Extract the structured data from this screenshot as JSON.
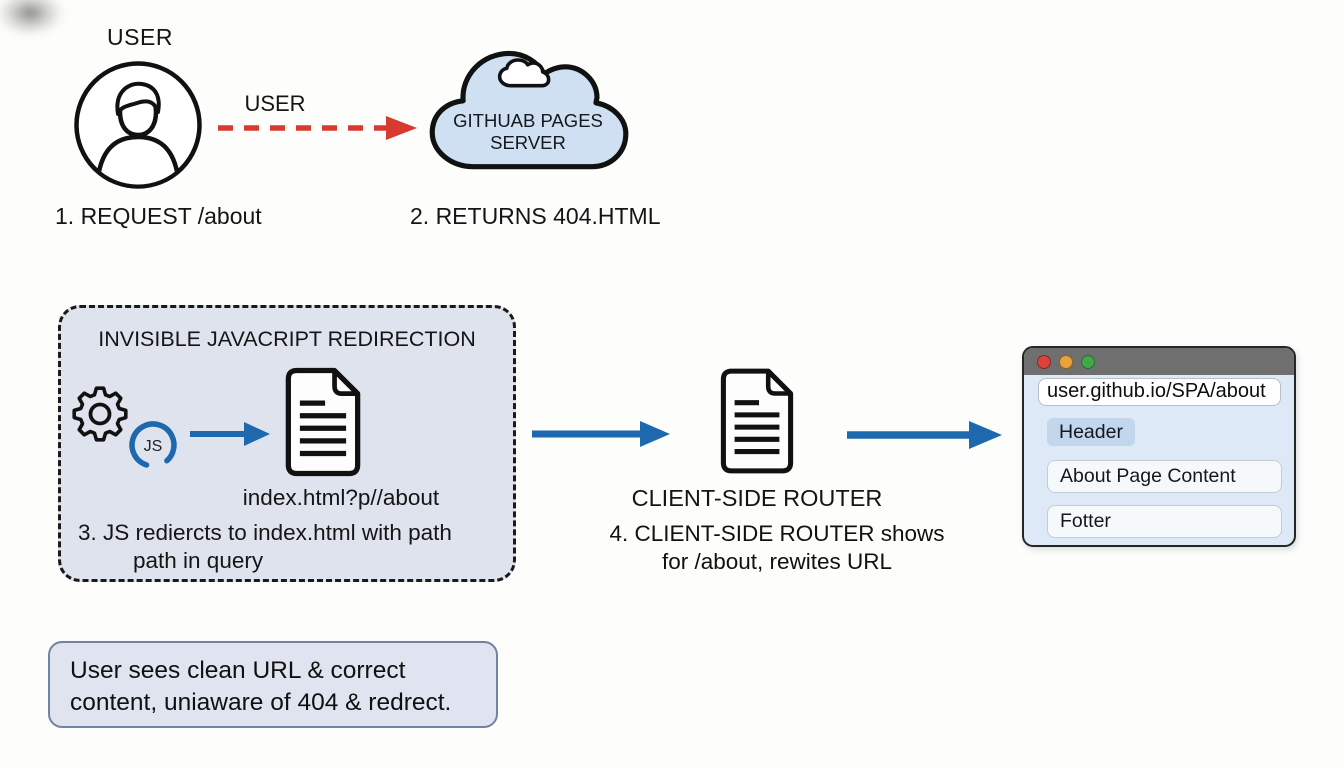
{
  "top_flow": {
    "user_label": "USER",
    "arrow_label": "USER",
    "cloud_line1": "GITHUAB PAGES",
    "cloud_line2": "SERVER",
    "step1": "1. REQUEST /about",
    "step2": "2. RETURNS 404.HTML"
  },
  "redirect_box": {
    "title": "INVISIBLE JAVACRIPT REDIRECTION",
    "js_badge": "JS",
    "file_label": "index.html?p//about",
    "step3_line1": "3. JS rediercts to index.html with path",
    "step3_line2": "path in query"
  },
  "router": {
    "label": "CLIENT-SIDE ROUTER",
    "step4_line1": "4. CLIENT-SIDE ROUTER shows",
    "step4_line2": "for /about, rewites URL"
  },
  "browser": {
    "url": "user.github.io/SPA/about",
    "header_label": "Header",
    "content_label": "About Page Content",
    "footer_label": "Fotter"
  },
  "note": {
    "line1": "User sees clean URL & correct",
    "line2": "content, uniaware of 404 & redrect."
  },
  "icons": {
    "user": "user-avatar-icon",
    "cloud": "cloud-server-icon",
    "gear": "gear-icon",
    "js": "js-loader-icon",
    "document": "document-icon",
    "window_dots": [
      "close-dot-icon",
      "minimize-dot-icon",
      "zoom-dot-icon"
    ]
  },
  "colors": {
    "arrow_blue": "#1e68ad",
    "arrow_red": "#d93a30",
    "cloud_fill": "#cfe0f2",
    "dash_box_fill": "#dfe3ee",
    "note_fill": "#dfe4f0",
    "note_border": "#72839f",
    "titlebar_gray": "#6f6f6f",
    "dot_red": "#d9453d",
    "dot_yellow": "#e8a33b",
    "dot_green": "#43a649",
    "browser_body": "#dde9f6",
    "header_badge_fill": "#c2d7ee",
    "outline_black": "#111111"
  }
}
